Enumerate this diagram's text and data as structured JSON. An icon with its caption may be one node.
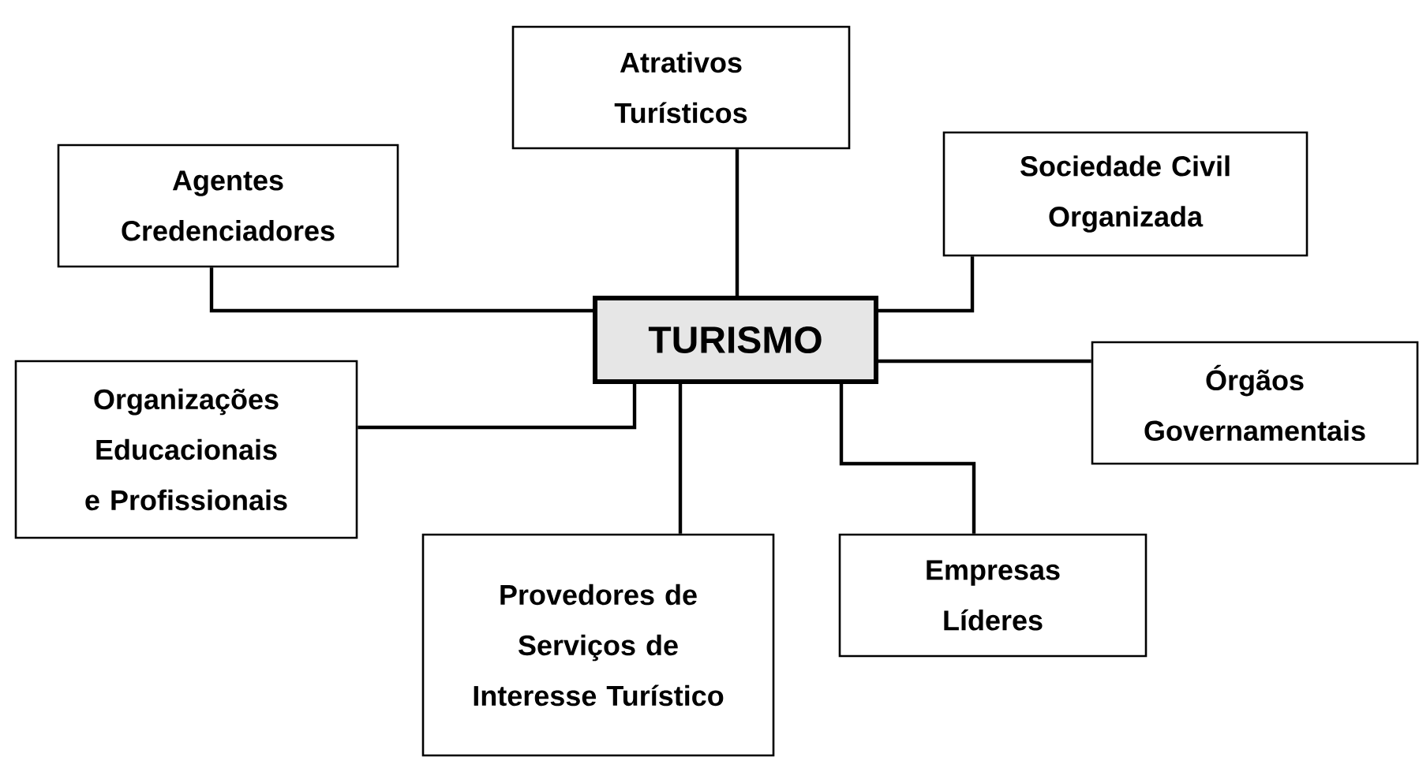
{
  "diagram": {
    "nodes": [
      {
        "text": [
          "Atrativos Turísticos"
        ]
      },
      {
        "text": [
          "Sociedade Civil Organizada"
        ]
      },
      {
        "text": [
          "Agentes Credenciadores"
        ]
      },
      {
        "text": [
          "TURISMO"
        ]
      },
      {
        "text": [
          "Órgãos Governamentais"
        ]
      },
      {
        "text": [
          "Organizações Educacionais e Profissionais"
        ]
      },
      {
        "text": [
          "Provedores de Serviços de Interesse Turístico"
        ]
      },
      {
        "text": [
          "Empresas Líderes"
        ]
      }
    ],
    "edges": [
      {
        "from": 3,
        "to": 0,
        "arrow": "none"
      },
      {
        "from": 3,
        "to": 1,
        "arrow": "none"
      },
      {
        "from": 3,
        "to": 2,
        "arrow": "none"
      },
      {
        "from": 3,
        "to": 4,
        "arrow": "none"
      },
      {
        "from": 3,
        "to": 5,
        "arrow": "none"
      },
      {
        "from": 3,
        "to": 6,
        "arrow": "none"
      },
      {
        "from": 3,
        "to": 7,
        "arrow": "none"
      }
    ]
  }
}
